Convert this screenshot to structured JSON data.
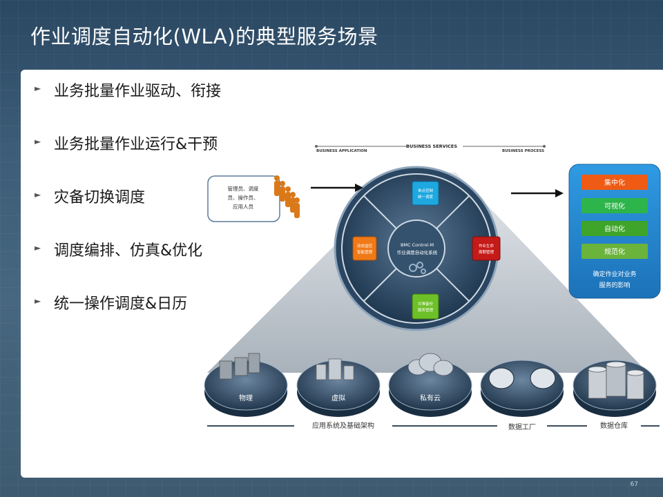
{
  "title": "作业调度自动化(WLA)的典型服务场景",
  "bullets": [
    "业务批量作业驱动、衔接",
    "业务批量作业运行&干预",
    "灾备切换调度",
    "调度编排、仿真&优化",
    "统一操作调度&日历"
  ],
  "diagram": {
    "header": {
      "left": "BUSINESS APPLICATION",
      "center": "BUSINESS SERVICES",
      "right": "BUSINESS PROCESS"
    },
    "users_box": [
      "管理员、调度",
      "员、操作员、",
      "应用人员"
    ],
    "wheel": {
      "center": [
        "BMC Control-M",
        "作业调度自动化系统"
      ],
      "top": [
        "单点控制",
        "统一调度"
      ],
      "left": [
        "动态监控",
        "智能管理"
      ],
      "right": [
        "作业生命",
        "周期管理"
      ],
      "bottom": [
        "灾难备份",
        "服务管理"
      ]
    },
    "outcomes": {
      "items": [
        "集中化",
        "可视化",
        "自动化",
        "规范化"
      ],
      "caption": [
        "确定作业对业务",
        "服务的影响"
      ]
    },
    "platforms": [
      "物理",
      "虚拟",
      "私有云",
      "",
      ""
    ],
    "footer": [
      "应用系统及基础架构",
      "数据工厂",
      "数据仓库"
    ]
  },
  "page_number": "67",
  "colors": {
    "top_box": "#1ea8e0",
    "left_box": "#f07a18",
    "right_box": "#c41a18",
    "bottom_box": "#6ec028",
    "outcome_1": "#ef5b14",
    "outcome_2": "#2db44a",
    "outcome_3": "#3ea52a",
    "outcome_4": "#6ab43c",
    "outcome_panel": "#2a90d8"
  },
  "icons": [
    "bullet-triangle-icon",
    "person-icon",
    "arrow-right-icon",
    "gear-icon",
    "server-icon",
    "cloud-icon",
    "database-icon"
  ]
}
